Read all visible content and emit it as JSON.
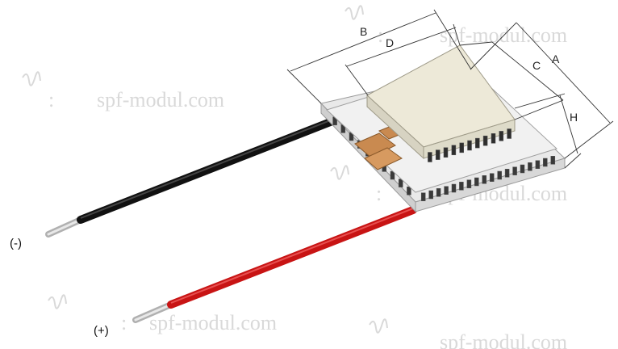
{
  "watermark": {
    "text": "spf-modul.com",
    "prefix": ":"
  },
  "dimensions": {
    "A": "A",
    "B": "B",
    "C": "C",
    "D": "D",
    "H": "H"
  },
  "leads": {
    "negative": "(-)",
    "positive": "(+)"
  },
  "colors": {
    "negative_wire": "#111111",
    "positive_wire": "#c81414",
    "ceramic": "#ede9d8",
    "ceramic_edge": "#bfbba8",
    "copper": "#c98a50"
  }
}
